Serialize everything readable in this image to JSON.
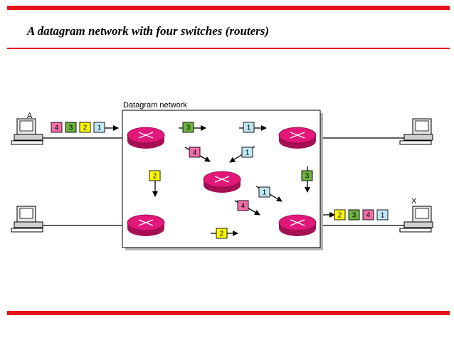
{
  "slide": {
    "title": "A datagram network with four switches (routers)"
  },
  "diagram": {
    "network_label": "Datagram network",
    "host_labels": {
      "source": "A",
      "destination": "X"
    },
    "source_queue": [
      "4",
      "3",
      "2",
      "1"
    ],
    "destination_queue": [
      "2",
      "3",
      "4",
      "1"
    ],
    "link_packets": [
      {
        "id": "top-3",
        "label": "3",
        "color": "green"
      },
      {
        "id": "top-1",
        "label": "1",
        "color": "blue"
      },
      {
        "id": "diag-4",
        "label": "4",
        "color": "pink"
      },
      {
        "id": "diag-1",
        "label": "1",
        "color": "blue"
      },
      {
        "id": "left-2",
        "label": "2",
        "color": "yellow"
      },
      {
        "id": "right-3",
        "label": "3",
        "color": "green"
      },
      {
        "id": "lower-1",
        "label": "1",
        "color": "blue"
      },
      {
        "id": "lower-4",
        "label": "4",
        "color": "pink"
      },
      {
        "id": "bottom-2",
        "label": "2",
        "color": "yellow"
      }
    ],
    "colors": {
      "accent_red": "#e8141c",
      "router": "#e2177a",
      "packet_pink": "#ef6fa8",
      "packet_green": "#6cb33f",
      "packet_yellow": "#ffff00",
      "packet_blue": "#bfe6f4"
    }
  }
}
